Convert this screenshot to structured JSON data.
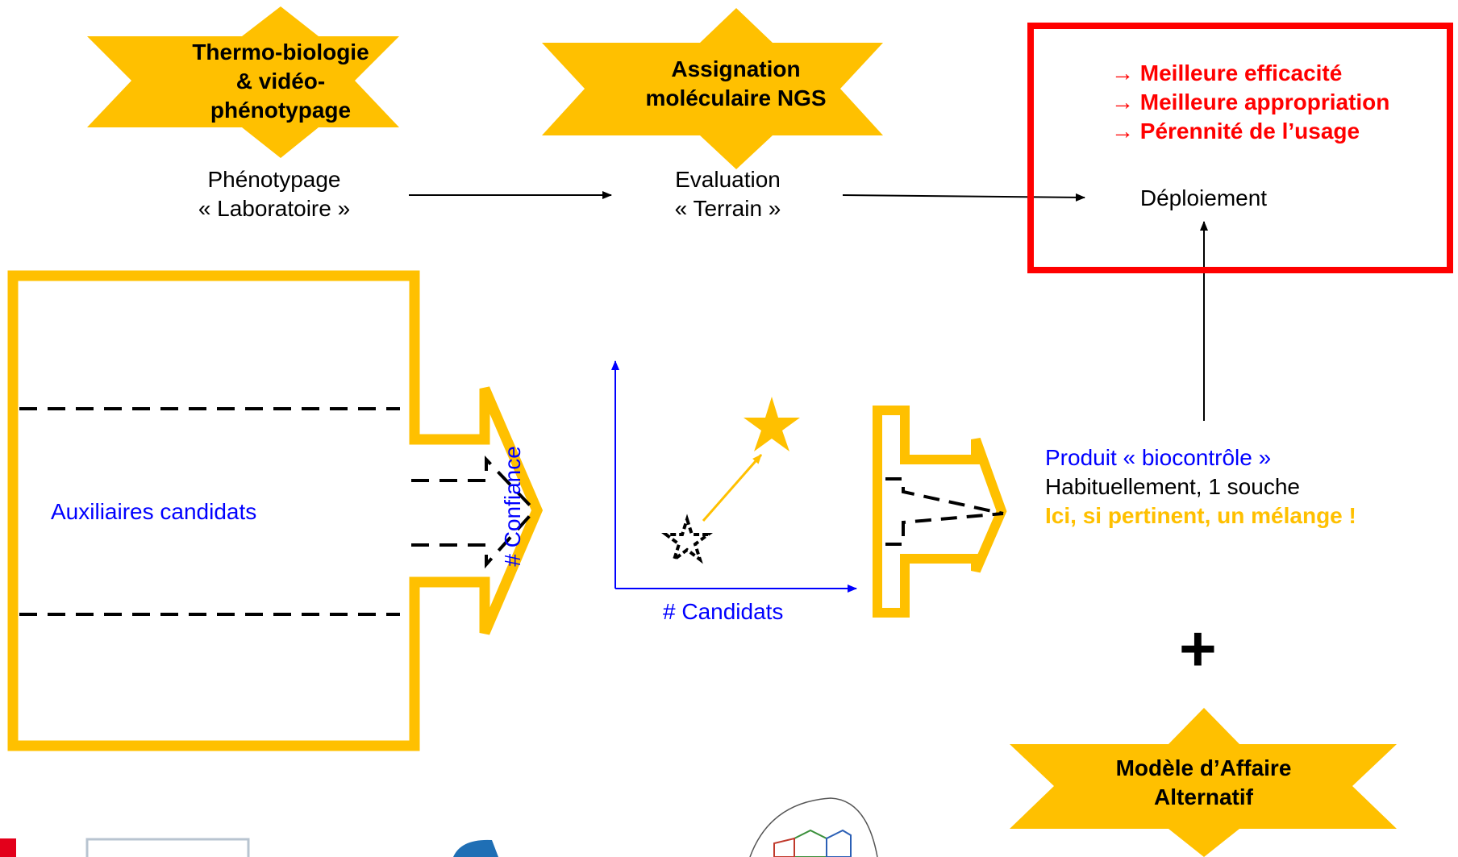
{
  "stars": {
    "thermo": [
      "Thermo-biologie",
      "& vidéo-",
      "phénotypage"
    ],
    "ngs": [
      "Assignation",
      "moléculaire NGS"
    ],
    "business": [
      "Modèle d’Affaire",
      "Alternatif"
    ]
  },
  "steps": {
    "lab": [
      "Phénotypage",
      "« Laboratoire »"
    ],
    "field": [
      "Evaluation",
      "« Terrain »"
    ],
    "deploy": "Déploiement"
  },
  "outcomes": {
    "arrow_glyph": "→",
    "items": [
      "Meilleure efficacité",
      "Meilleure appropriation",
      "Pérennité de l’usage"
    ]
  },
  "funnel": {
    "label": "Auxiliaires candidats"
  },
  "graph": {
    "ylabel": "# Confiance",
    "xlabel": "# Candidats"
  },
  "product": {
    "line1": "Produit « biocontrôle »",
    "line2": "Habituellement, 1 souche",
    "line3": "Ici, si pertinent, un mélange !"
  },
  "plus": "+",
  "colors": {
    "gold": "#ffc000",
    "red": "#ff0000",
    "blue": "#0000ff",
    "black": "#000000"
  }
}
